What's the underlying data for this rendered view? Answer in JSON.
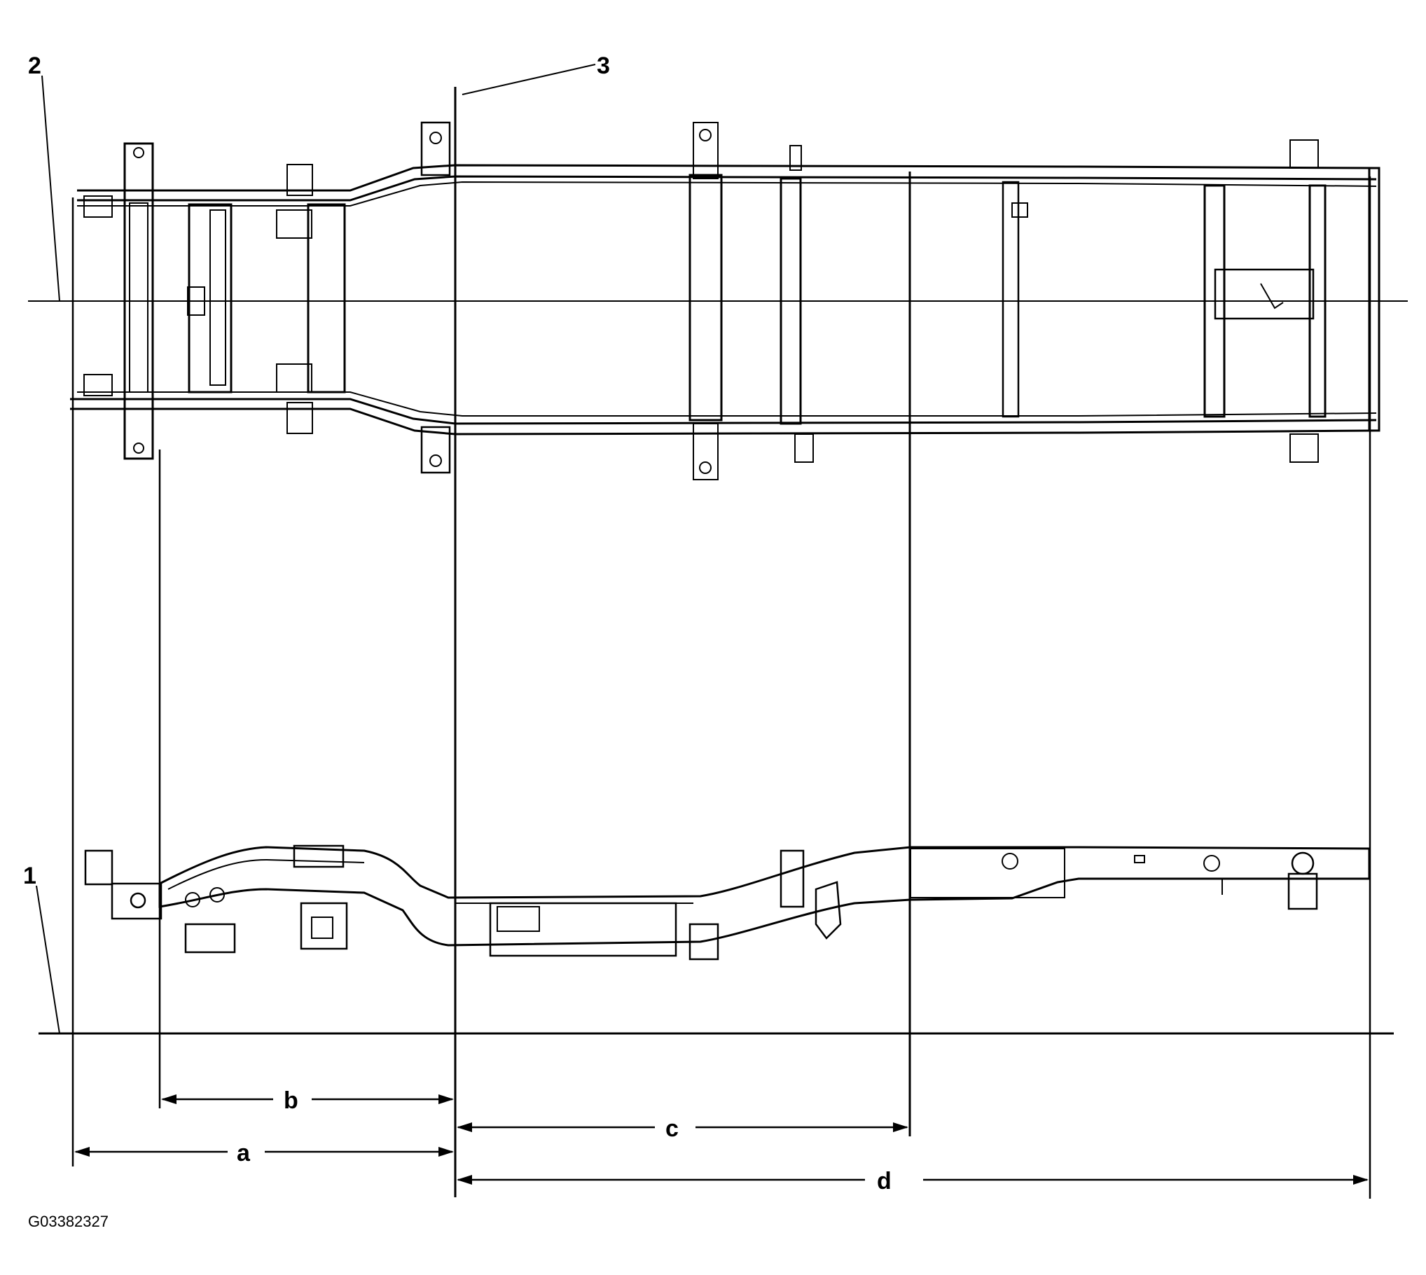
{
  "callouts": {
    "datum_line": "1",
    "centerline": "2",
    "reference_point": "3"
  },
  "dimensions": {
    "a": "a",
    "b": "b",
    "c": "c",
    "d": "d"
  },
  "figure_code": "G03382327",
  "colors": {
    "line": "#000000",
    "background": "#ffffff"
  }
}
